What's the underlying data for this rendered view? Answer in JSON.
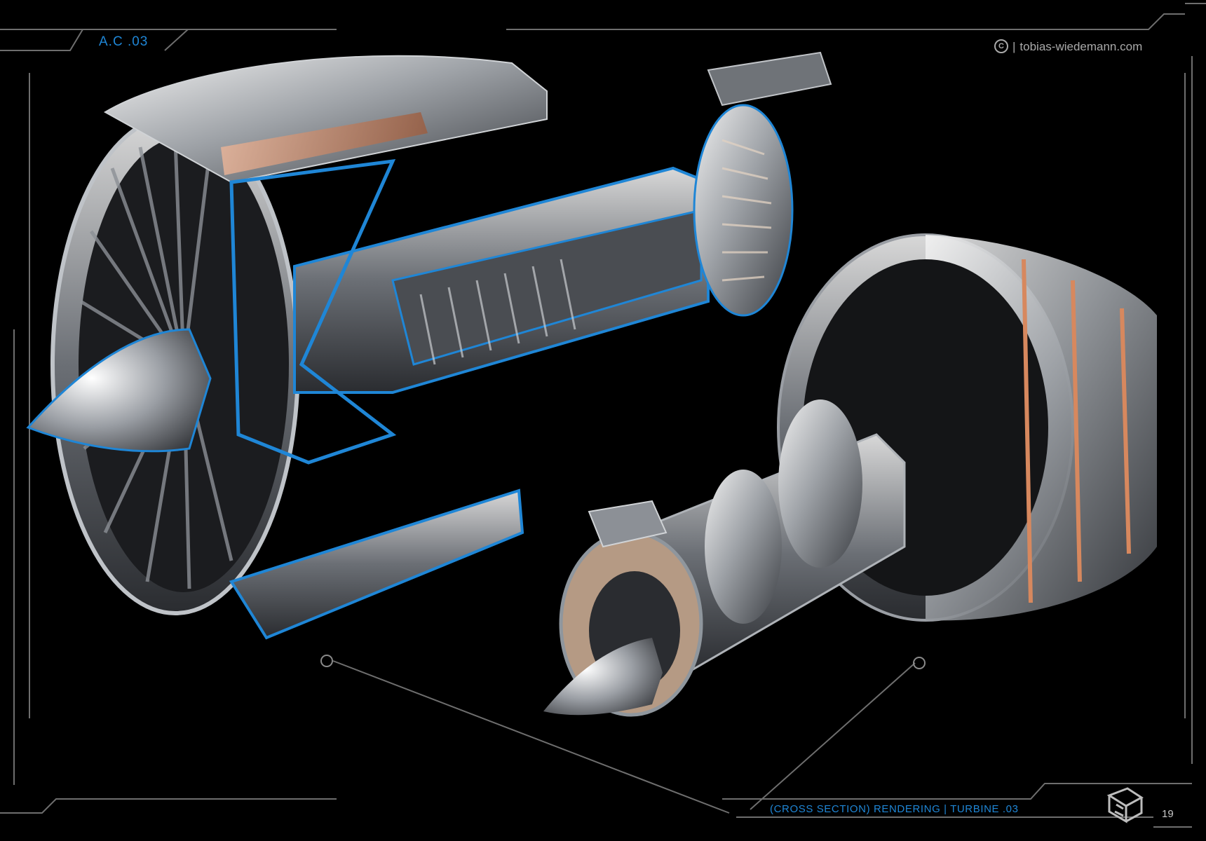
{
  "corner_code": "A.C .03",
  "credit": {
    "icon": "copyright-icon",
    "separator": "|",
    "site": "tobias-wiedemann.com"
  },
  "caption": "(CROSS SECTION) RENDERING | TURBINE .03",
  "page_number": "19",
  "colors": {
    "background": "#000000",
    "accent_blue": "#1f86d6",
    "frame_line": "#6e6e6e",
    "metal_light": "#e8e8e8",
    "metal_dark": "#3a3d42",
    "copper": "#c98a6a"
  }
}
